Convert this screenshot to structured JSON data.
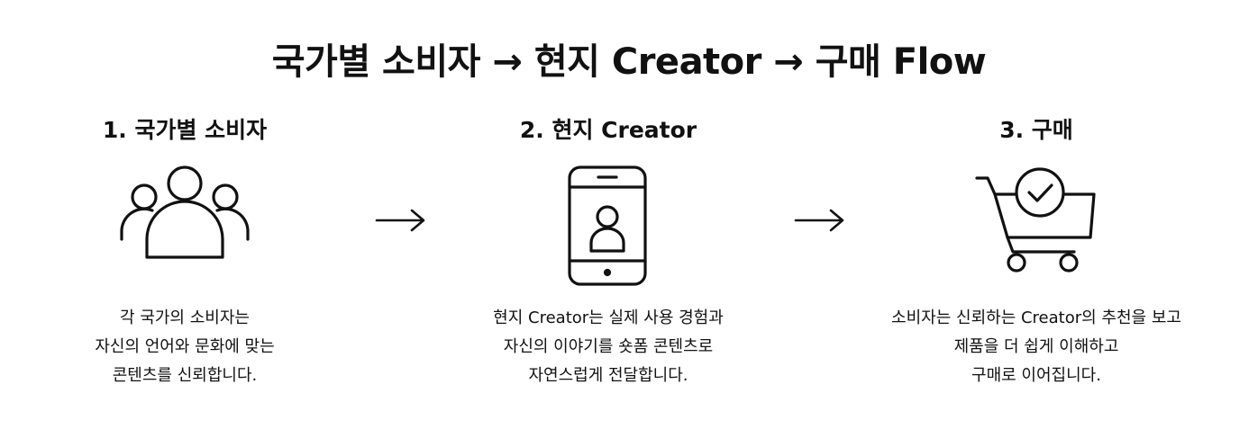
{
  "title": "국가별 소비자 → 현지 Creator → 구매 Flow",
  "steps": [
    {
      "title": "1. 국가별 소비자",
      "icon": "users-group-icon",
      "desc": [
        "각 국가의 소비자는",
        "자신의 언어와 문화에 맞는",
        "콘텐츠를 신뢰합니다."
      ]
    },
    {
      "title": "2. 현지 Creator",
      "icon": "smartphone-creator-icon",
      "desc": [
        "현지 Creator는 실제 사용 경험과",
        "자신의 이야기를 숏폼 콘텐츠로",
        "자연스럽게 전달합니다."
      ]
    },
    {
      "title": "3. 구매",
      "icon": "shopping-cart-check-icon",
      "desc": [
        "소비자는 신뢰하는 Creator의 추천을 보고",
        "제품을 더 쉽게 이해하고",
        "구매로 이어집니다."
      ]
    }
  ],
  "arrows": [
    "right-arrow-icon",
    "right-arrow-icon"
  ],
  "colors": {
    "stroke": "#111111",
    "background": "#ffffff"
  }
}
